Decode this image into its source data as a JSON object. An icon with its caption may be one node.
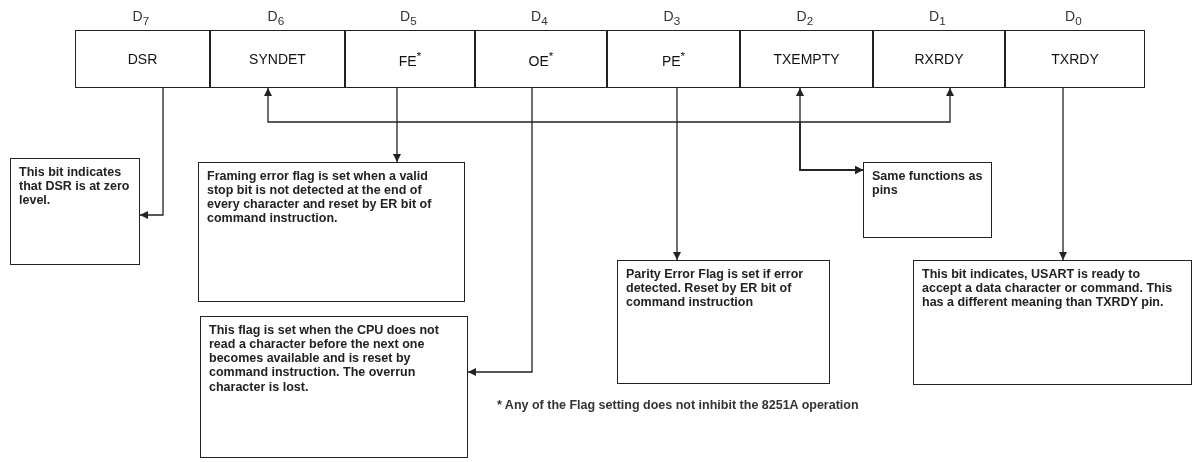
{
  "diagram": {
    "nodes": [
      {
        "text": [
          "DSR"
        ],
        "beside": [
          "D$_{7}$"
        ]
      },
      {
        "text": [
          "SYNDET"
        ],
        "beside": [
          "D$_{6}$"
        ]
      },
      {
        "text": [
          "FE$^{*}$"
        ],
        "beside": [
          "D$_{5}$"
        ]
      },
      {
        "text": [
          "OE$^{*}$"
        ],
        "beside": [
          "D$_{4}$"
        ]
      },
      {
        "text": [
          "PE$^{*}$"
        ],
        "beside": [
          "D$_{3}$"
        ]
      },
      {
        "text": [
          "TXEMPTY"
        ],
        "beside": [
          "D$_{2}$"
        ]
      },
      {
        "text": [
          "RXRDY"
        ],
        "beside": [
          "D$_{1}$"
        ]
      },
      {
        "text": [
          "TXRDY"
        ],
        "beside": [
          "D$_{0}$"
        ]
      },
      {
        "text": [
          "This bit indicates that DSR is at zero level."
        ]
      },
      {
        "text": [
          "Framing error flag is set when a valid stop bit is not detected at the end of every character and reset by ER bit of command instruction."
        ]
      },
      {
        "text": [
          "Same functions as pins"
        ]
      },
      {
        "text": [
          "Parity Error Flag is set if error detected. Reset by ER bit of command instruction"
        ]
      },
      {
        "text": [
          "This bit indicates, USART is ready to accept a data character or command. This has a different meaning than TXRDY pin."
        ]
      },
      {
        "text": [
          "This flag is set when the CPU does not read a character before the next one becomes available and is reset by command instruction. The overrun character is lost."
        ]
      }
    ],
    "edges": [
      {
        "from": 0,
        "to": 8,
        "arrow": "to"
      },
      {
        "from": 2,
        "to": 9,
        "arrow": "to"
      },
      {
        "from": 3,
        "to": 13,
        "arrow": "to"
      },
      {
        "from": 4,
        "to": 11,
        "arrow": "to"
      },
      {
        "from": 7,
        "to": 12,
        "arrow": "to"
      },
      {
        "from": 1,
        "to": 10,
        "arrow": "both"
      },
      {
        "from": 5,
        "to": 10,
        "arrow": "both"
      },
      {
        "from": 6,
        "to": 10,
        "arrow": "both"
      }
    ],
    "labels": [
      "* Any of the Flag setting does not inhibit the 8251A operation"
    ]
  }
}
